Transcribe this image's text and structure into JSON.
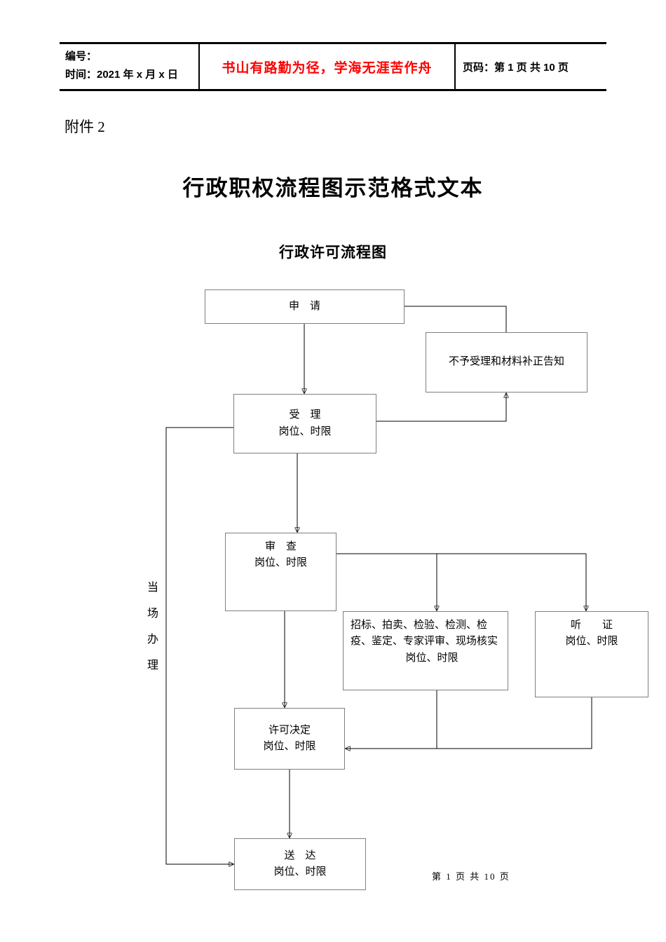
{
  "header": {
    "number_label": "编号：",
    "time_label": "时间：2021 年 x 月 x 日",
    "motto": "书山有路勤为径，学海无涯苦作舟",
    "page_info": "页码：第 1 页  共 10 页",
    "motto_color": "#ff0000"
  },
  "attachment_label": "附件 2",
  "doc_title": "行政职权流程图示范格式文本",
  "chart_title": "行政许可流程图",
  "nodes": {
    "apply": {
      "title": "申　请"
    },
    "reject": {
      "title": "不予受理和材料补正告知"
    },
    "accept": {
      "title": "受　理",
      "sub": "岗位、时限"
    },
    "review": {
      "title": "审　查",
      "sub": "岗位、时限"
    },
    "special": {
      "title": "招标、拍卖、检验、检测、检疫、鉴定、专家评审、现场核实",
      "sub": "岗位、时限"
    },
    "hearing": {
      "title": "听　　证",
      "sub": "岗位、时限"
    },
    "decision": {
      "title": "许可决定",
      "sub": "岗位、时限"
    },
    "delivery": {
      "title": "送　达",
      "sub": "岗位、时限"
    },
    "onsite": {
      "title": "当场办理"
    }
  },
  "footer": {
    "page_text": "第 1 页 共 10 页"
  }
}
